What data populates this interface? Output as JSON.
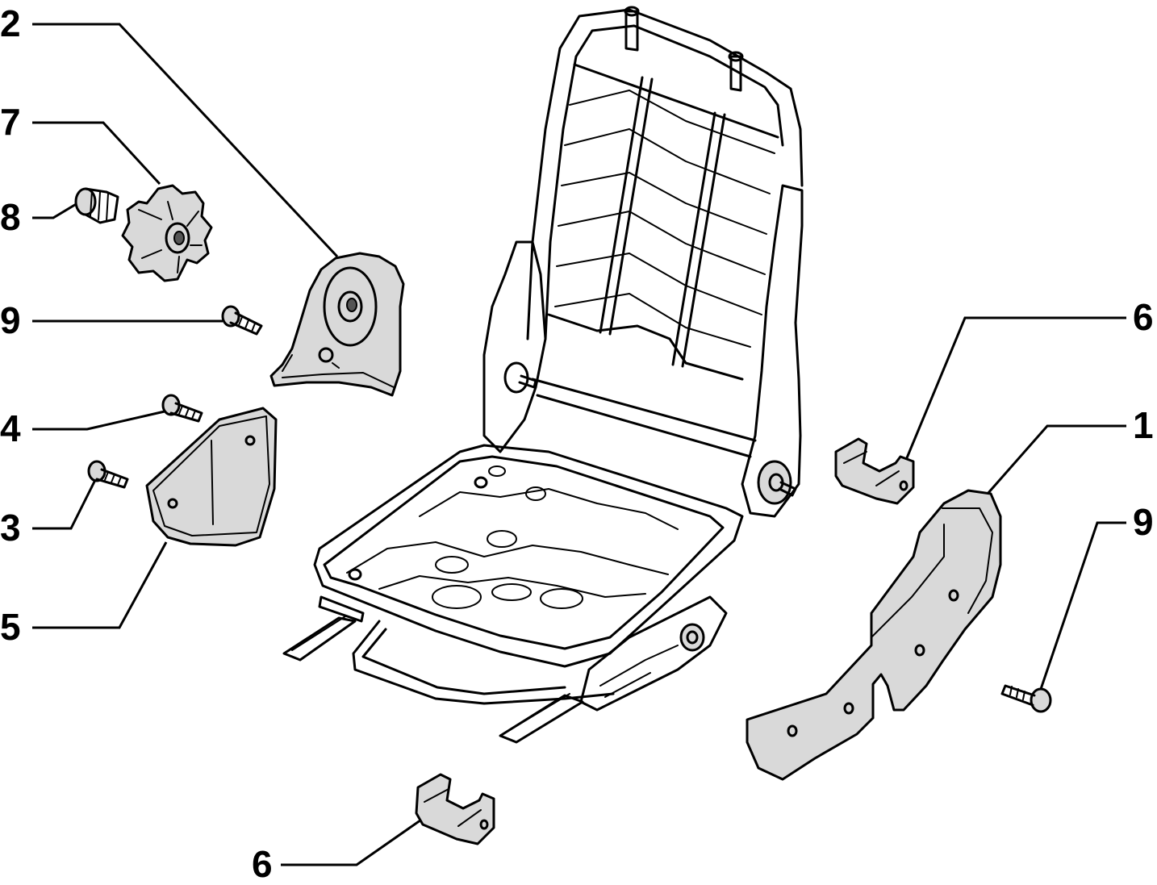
{
  "callouts": [
    {
      "id": "c2",
      "label": "2"
    },
    {
      "id": "c7",
      "label": "7"
    },
    {
      "id": "c8",
      "label": "8"
    },
    {
      "id": "c9a",
      "label": "9"
    },
    {
      "id": "c4",
      "label": "4"
    },
    {
      "id": "c3",
      "label": "3"
    },
    {
      "id": "c5",
      "label": "5"
    },
    {
      "id": "c6a",
      "label": "6"
    },
    {
      "id": "c1",
      "label": "1"
    },
    {
      "id": "c9b",
      "label": "9"
    },
    {
      "id": "c6b",
      "label": "6"
    }
  ]
}
